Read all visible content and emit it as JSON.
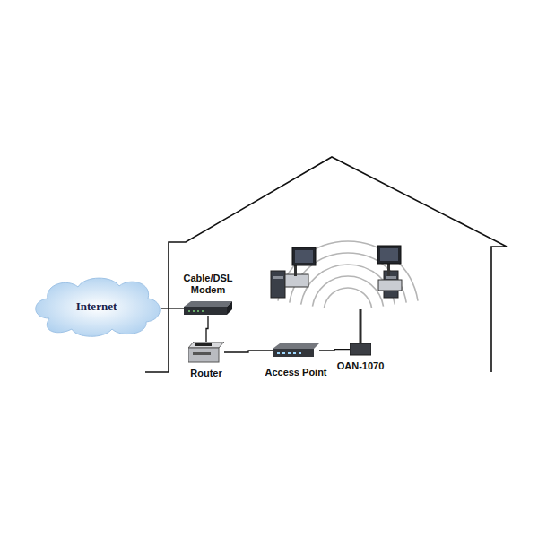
{
  "diagram": {
    "nodes": [
      {
        "text": [
          "Internet"
        ]
      },
      {
        "text": [
          "Cable/DSL Modem"
        ]
      },
      {
        "text": [
          "Router"
        ]
      },
      {
        "text": [
          "Access Point"
        ]
      },
      {
        "text": [
          "OAN-1070"
        ]
      }
    ],
    "edges": [
      {
        "from": 0,
        "to": 1,
        "arrow": "none"
      },
      {
        "from": 1,
        "to": 2,
        "arrow": "none"
      },
      {
        "from": 2,
        "to": 3,
        "arrow": "none"
      },
      {
        "from": 3,
        "to": 4,
        "arrow": "none"
      }
    ]
  }
}
